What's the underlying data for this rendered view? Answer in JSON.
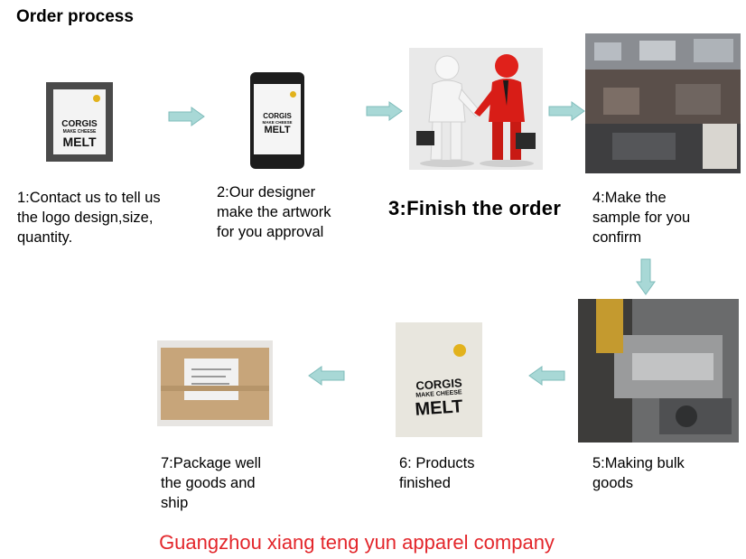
{
  "header": {
    "title": "Order process"
  },
  "logo": {
    "line1": "CORGIS",
    "line2": "MAKE CHEESE",
    "line3": "MELT"
  },
  "steps": [
    {
      "lines": [
        "1:Contact us to tell us",
        "the logo design,size,",
        "quantity."
      ]
    },
    {
      "lines": [
        "2:Our designer",
        "make the artwork",
        "for you approval"
      ]
    },
    {
      "lines": [
        "3:Finish the order"
      ]
    },
    {
      "lines": [
        "4:Make the",
        "sample for you",
        "confirm"
      ]
    },
    {
      "lines": [
        "5:Making bulk",
        "goods"
      ]
    },
    {
      "lines": [
        "6: Products",
        "finished"
      ]
    },
    {
      "lines": [
        "7:Package well",
        "the goods and",
        "ship"
      ]
    }
  ],
  "footer": {
    "company": "Guangzhou xiang teng yun apparel company"
  },
  "colors": {
    "arrow": "#a8d8d6",
    "arrow_stroke": "#7fbcbb",
    "company": "#e3262b",
    "badge": "#e2b21c"
  },
  "icons": [
    "arrow-right-icon",
    "arrow-down-icon",
    "arrow-left-icon"
  ]
}
